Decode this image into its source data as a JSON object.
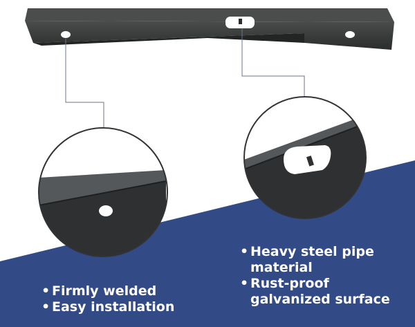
{
  "colors": {
    "background": "#ffffff",
    "band": "#324a86",
    "steel_dark": "#2b2d2c",
    "steel_light": "#4a4d4c",
    "callout_line": "#6b7588",
    "text": "#ffffff"
  },
  "features_left": [
    "Firmly welded",
    "Easy installation"
  ],
  "features_right": [
    "Heavy steel pipe material",
    "Rust-proof galvanized surface"
  ]
}
